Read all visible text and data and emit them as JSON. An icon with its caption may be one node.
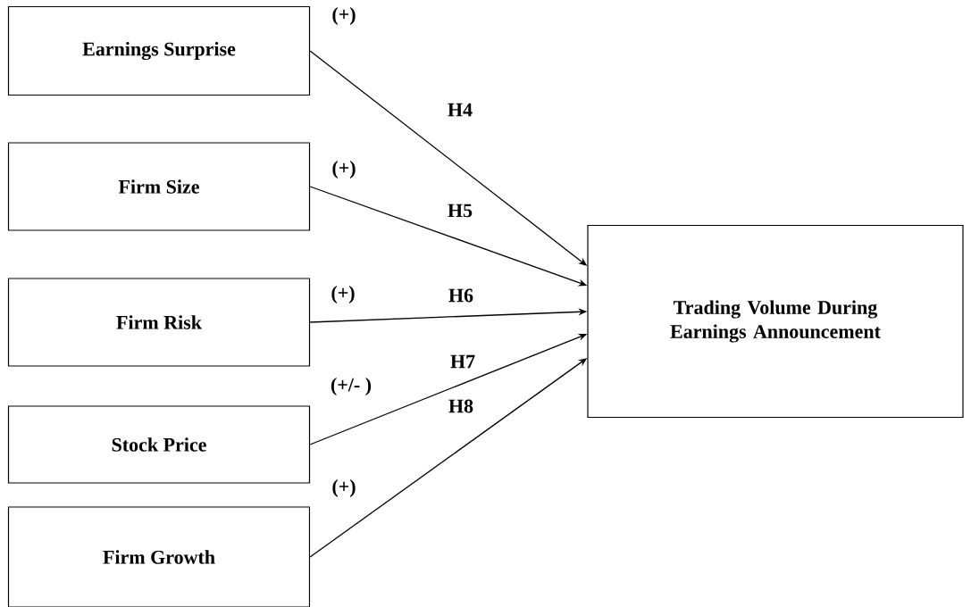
{
  "diagram": {
    "nodes": [
      {
        "text": [
          "Earnings Surprise"
        ],
        "beside": [
          "(+)"
        ]
      },
      {
        "text": [
          "Firm Size"
        ],
        "beside": [
          "(+)"
        ]
      },
      {
        "text": [
          "Firm Risk"
        ],
        "beside": [
          "(+)"
        ]
      },
      {
        "text": [
          "Stock Price"
        ],
        "beside": [
          "(+/- )"
        ]
      },
      {
        "text": [
          "Firm Growth"
        ],
        "beside": [
          "(+)"
        ]
      },
      {
        "text": [
          "Trading Volume During Earnings Announcement"
        ]
      }
    ],
    "edges": [
      {
        "from": 0,
        "to": 5,
        "arrow": "to",
        "label": "H4"
      },
      {
        "from": 1,
        "to": 5,
        "arrow": "to",
        "label": "H5"
      },
      {
        "from": 2,
        "to": 5,
        "arrow": "to",
        "label": "H6"
      },
      {
        "from": 3,
        "to": 5,
        "arrow": "to",
        "label": "H7"
      },
      {
        "from": 4,
        "to": 5,
        "arrow": "to",
        "label": "H8"
      }
    ]
  }
}
